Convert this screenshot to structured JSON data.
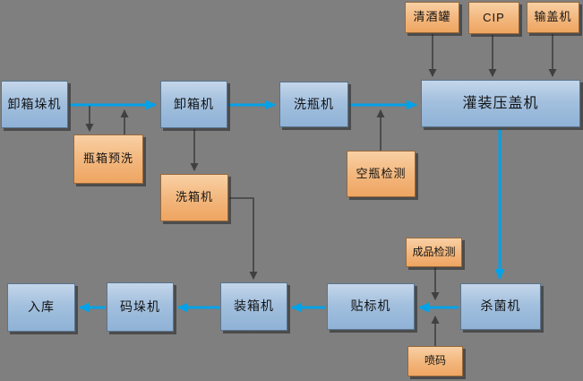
{
  "colors": {
    "background": "#7f7f7f",
    "flow_arrow": "#00a2e8",
    "aux_arrow": "#404040",
    "machine_fill": "#a9c4e1",
    "machine_border": "#5a748e",
    "aux_fill": "#f3b87f",
    "aux_border": "#96683c"
  },
  "nodes": {
    "depalletizer": {
      "label": "卸箱垛机"
    },
    "crate_prewash": {
      "label": "瓶箱预洗"
    },
    "decrater": {
      "label": "卸箱机"
    },
    "crate_washer": {
      "label": "洗箱机"
    },
    "bottle_washer": {
      "label": "洗瓶机"
    },
    "empty_bottle_inspection": {
      "label": "空瓶检测"
    },
    "bright_beer_tank": {
      "label": "清酒罐"
    },
    "cip": {
      "label": "CIP"
    },
    "cap_feeder": {
      "label": "输盖机"
    },
    "filler_capper": {
      "label": "灌装压盖机"
    },
    "pasteurizer": {
      "label": "杀菌机"
    },
    "product_inspection": {
      "label": "成品检测"
    },
    "inkjet_coder": {
      "label": "喷码"
    },
    "labeler": {
      "label": "贴标机"
    },
    "case_packer": {
      "label": "装箱机"
    },
    "palletizer": {
      "label": "码垛机"
    },
    "warehouse": {
      "label": "入库"
    }
  }
}
